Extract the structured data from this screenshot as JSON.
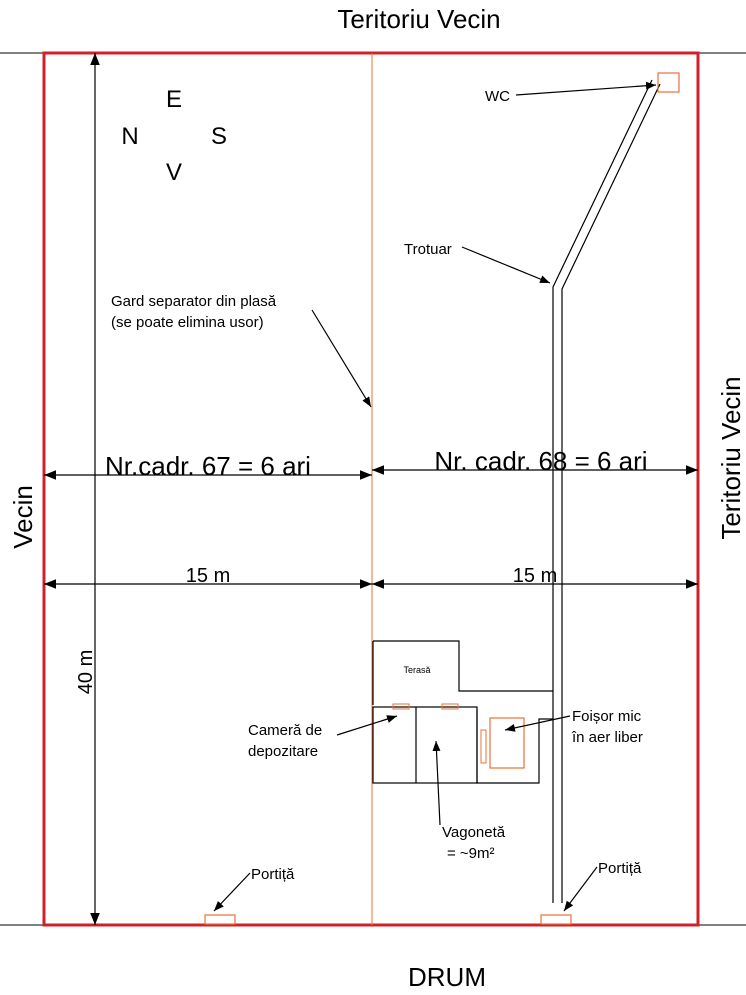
{
  "neighbors": {
    "top": "Teritoriu Vecin",
    "right": "Teritoriu Vecin",
    "left": "Vecin",
    "bottom": "DRUM"
  },
  "compass": {
    "north": "N",
    "east": "E",
    "south": "S",
    "west": "V"
  },
  "plots": {
    "left": "Nr.cadr. 67 = 6 ari",
    "right": "Nr. cadr. 68 = 6 ari"
  },
  "dimensions": {
    "left_width": "15 m",
    "right_width": "15 m",
    "height": "40 m"
  },
  "labels": {
    "fence": [
      "Gard separator din plasă",
      "(se poate elimina usor)"
    ],
    "wc": "WC",
    "sidewalk": "Trotuar",
    "terrace": "Terasă",
    "storage": [
      "Cameră de",
      "depozitare"
    ],
    "gazebo": [
      "Foișor mic",
      "în aer liber"
    ],
    "wagon": [
      "Vagonetă",
      "= ~9m²"
    ],
    "gate_left": "Portiță",
    "gate_right": "Portiță"
  },
  "colors": {
    "boundary": "#d0202a",
    "fence": "#e8703a",
    "structure": "#e8703a",
    "line": "#000000"
  }
}
